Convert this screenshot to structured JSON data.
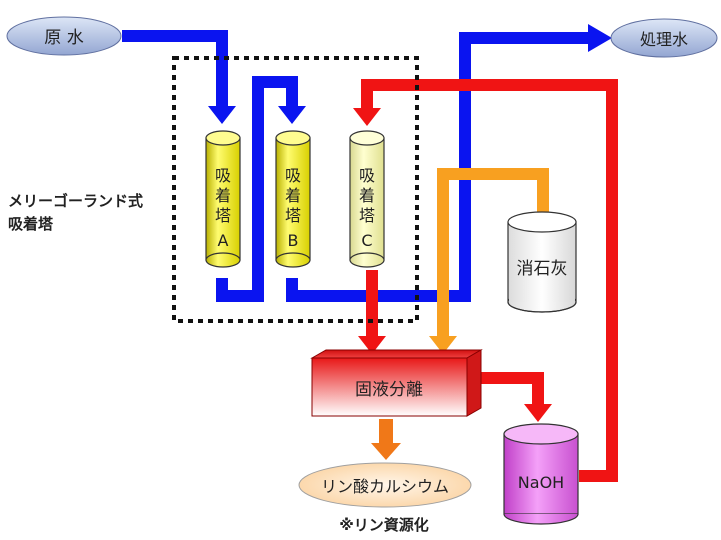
{
  "nodes": {
    "raw_water": "原 水",
    "treated_water": "処理水",
    "merry_go_round_label_line1": "メリーゴーランド式",
    "merry_go_round_label_line2": "吸着塔",
    "tower_a_line1": "吸",
    "tower_a_line2": "着",
    "tower_a_line3": "塔",
    "tower_a_letter": "A",
    "tower_b_line1": "吸",
    "tower_b_line2": "着",
    "tower_b_line3": "塔",
    "tower_b_letter": "B",
    "tower_c_line1": "吸",
    "tower_c_line2": "着",
    "tower_c_line3": "塔",
    "tower_c_letter": "C",
    "slaked_lime": "消石灰",
    "separator": "固液分離",
    "naoh": "NaOH",
    "calcium_phosphate": "リン酸カルシウム",
    "note": "※リン資源化"
  },
  "colors": {
    "water_flow": "#0a14f0",
    "naoh_flow": "#f01414",
    "lime_flow": "#f8a020",
    "product_flow": "#f07818",
    "tower_fill": "#f4f044",
    "ellipse_fill": "#a8b8dc",
    "naoh_tank": "#e070e8",
    "product_ellipse": "#fde0b8"
  }
}
